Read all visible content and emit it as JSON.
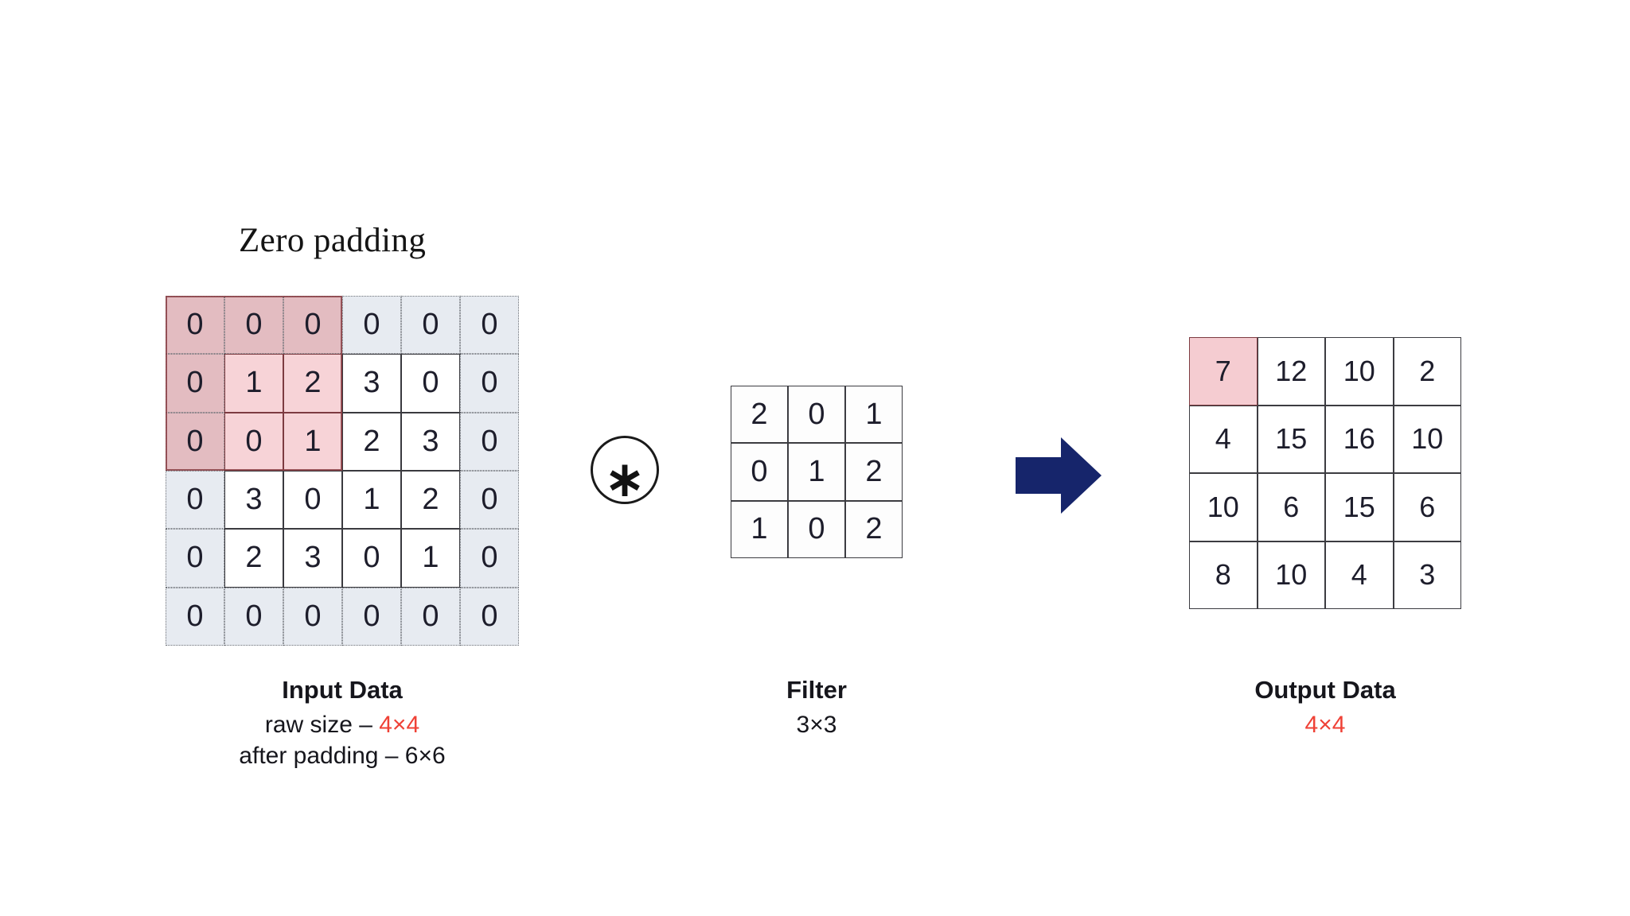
{
  "title": "Zero padding",
  "colors": {
    "accent_red": "#ef4136",
    "arrow_navy": "#16256b",
    "highlight_pink": "#f5ccd1",
    "pad_fill": "#e7ebf1"
  },
  "operator": {
    "symbol": "∗",
    "name": "convolution-operator"
  },
  "arrow": {
    "name": "right-arrow",
    "color": "#16256b"
  },
  "input": {
    "caption_title": "Input Data",
    "caption_line1_prefix": "raw size – ",
    "caption_line1_value": "4×4",
    "caption_line2": "after padding – 6×6",
    "rows": 6,
    "cols": 4,
    "padded_size": "6×6",
    "raw_size": "4×4",
    "matrix": [
      [
        0,
        0,
        0,
        0,
        0,
        0
      ],
      [
        0,
        1,
        2,
        3,
        0,
        0
      ],
      [
        0,
        0,
        1,
        2,
        3,
        0
      ],
      [
        0,
        3,
        0,
        1,
        2,
        0
      ],
      [
        0,
        2,
        3,
        0,
        1,
        0
      ],
      [
        0,
        0,
        0,
        0,
        0,
        0
      ]
    ],
    "highlight_window": {
      "row_start": 0,
      "row_end": 2,
      "col_start": 0,
      "col_end": 2
    }
  },
  "filter": {
    "caption_title": "Filter",
    "caption_size": "3×3",
    "matrix": [
      [
        2,
        0,
        1
      ],
      [
        0,
        1,
        2
      ],
      [
        1,
        0,
        2
      ]
    ]
  },
  "output": {
    "caption_title": "Output Data",
    "caption_size": "4×4",
    "matrix": [
      [
        7,
        12,
        10,
        2
      ],
      [
        4,
        15,
        16,
        10
      ],
      [
        10,
        6,
        15,
        6
      ],
      [
        8,
        10,
        4,
        3
      ]
    ],
    "highlight_cell": {
      "row": 0,
      "col": 0
    }
  },
  "chart_data": {
    "type": "table",
    "title": "Zero padding convolution illustration",
    "input_padded_matrix": [
      [
        0,
        0,
        0,
        0,
        0,
        0
      ],
      [
        0,
        1,
        2,
        3,
        0,
        0
      ],
      [
        0,
        0,
        1,
        2,
        3,
        0
      ],
      [
        0,
        3,
        0,
        1,
        2,
        0
      ],
      [
        0,
        2,
        3,
        0,
        1,
        0
      ],
      [
        0,
        0,
        0,
        0,
        0,
        0
      ]
    ],
    "kernel_matrix": [
      [
        2,
        0,
        1
      ],
      [
        0,
        1,
        2
      ],
      [
        1,
        0,
        2
      ]
    ],
    "output_matrix": [
      [
        7,
        12,
        10,
        2
      ],
      [
        4,
        15,
        16,
        10
      ],
      [
        10,
        6,
        15,
        6
      ],
      [
        8,
        10,
        4,
        3
      ]
    ]
  }
}
